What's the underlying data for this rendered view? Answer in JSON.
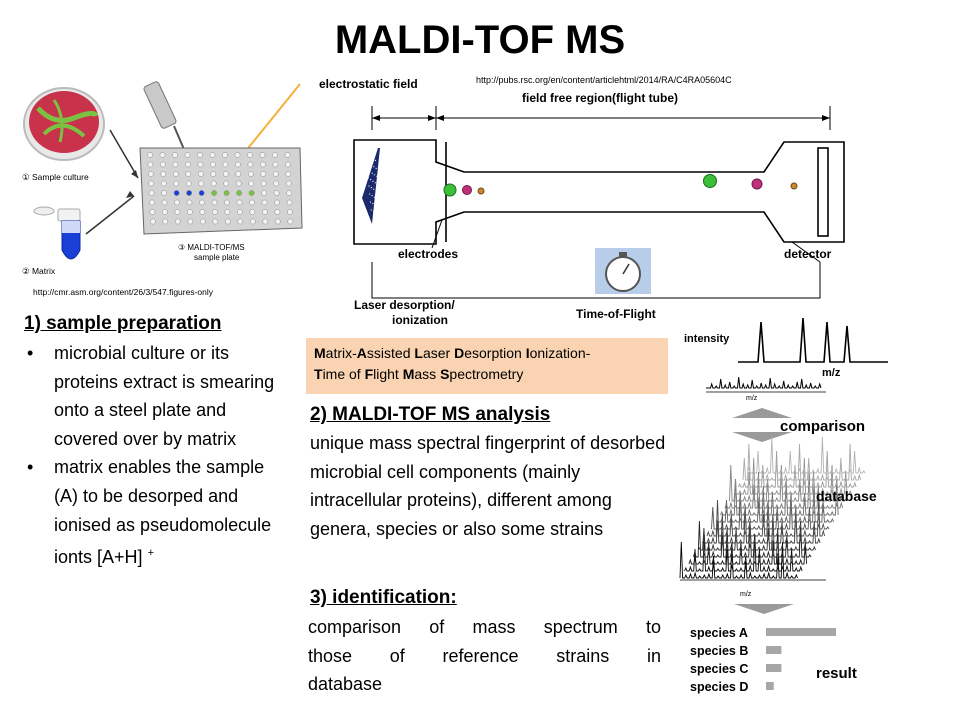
{
  "title": "MALDI-TOF MS",
  "urls": {
    "pubs": "http://pubs.rsc.org/en/content/articlehtml/2014/RA/C4RA05604C",
    "cmr": "http://cmr.asm.org/content/26/3/547.figures-only"
  },
  "prep_figure": {
    "step1": "① Sample culture",
    "step2": "② Matrix",
    "step3_line1": "③ MALDI-TOF/MS",
    "step3_line2": "sample plate"
  },
  "tof_figure": {
    "electrostatic_field": "electrostatic field",
    "field_free_region": "field free region(flight tube)",
    "electrodes": "electrodes",
    "detector": "detector",
    "laser_line1": "Laser desorption/",
    "laser_line2": "ionization",
    "time_of_flight": "Time-of-Flight"
  },
  "spectra_figure": {
    "intensity": "intensity",
    "mz": "m/z",
    "mz_small": "m/z",
    "comparison": "comparison",
    "database": "database",
    "result": "result",
    "species": [
      {
        "label": "species A",
        "score": 1.0
      },
      {
        "label": "species B",
        "score": 0.22
      },
      {
        "label": "species C",
        "score": 0.22
      },
      {
        "label": "species D",
        "score": 0.11
      }
    ]
  },
  "acronym": {
    "line1": [
      {
        "cap": "M",
        "rest": "atrix-"
      },
      {
        "cap": "A",
        "rest": "ssisted "
      },
      {
        "cap": "L",
        "rest": "aser "
      },
      {
        "cap": "D",
        "rest": "esorption "
      },
      {
        "cap": "I",
        "rest": "onization-"
      }
    ],
    "line2": [
      {
        "cap": "T",
        "rest": "ime of "
      },
      {
        "cap": "F",
        "rest": "light "
      },
      {
        "cap": "M",
        "rest": "ass "
      },
      {
        "cap": "S",
        "rest": "pectrometry"
      }
    ]
  },
  "section1": {
    "heading": "1) sample preparation",
    "bullets": [
      "microbial culture or its proteins extract is smearing onto a steel plate and covered over by matrix",
      "matrix enables the sample (A) to be desorped and ionised as pseudomolecule ionts [A+H]"
    ],
    "superscript": "+"
  },
  "section2": {
    "heading": "2) MALDI-TOF MS analysis",
    "text": "unique mass spectral fingerprint of desorbed microbial cell components (mainly intracellular proteins), different among genera, species or also some strains"
  },
  "section3": {
    "heading": "3) identification:",
    "lines": [
      "comparison of mass spectrum to",
      "those of reference strains in",
      "database"
    ]
  },
  "colors": {
    "peach": "#fad4b2",
    "petri_red": "#c8324a",
    "colony_green": "#7cc242",
    "ion_green": "#3bbf3b",
    "ion_pink": "#c0307a",
    "ion_orange": "#c98a2a",
    "tube_blue": "#1a3fd6"
  }
}
